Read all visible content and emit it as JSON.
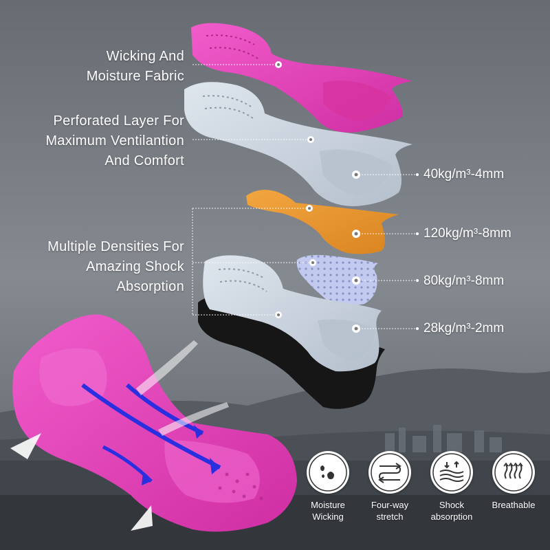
{
  "layers": {
    "wicking": "Wicking And\nMoisture Fabric",
    "perforated": "Perforated Layer For\nMaximum Ventilantion\nAnd Comfort",
    "densities": "Multiple Densities For\nAmazing Shock\nAbsorption"
  },
  "densities": [
    "40kg/m³-4mm",
    "120kg/m³-8mm",
    "80kg/m³-8mm",
    "28kg/m³-2mm"
  ],
  "features": [
    {
      "label": "Moisture\nWicking",
      "icon": "droplets-icon"
    },
    {
      "label": "Four-way\nstretch",
      "icon": "stretch-wave-icon"
    },
    {
      "label": "Shock\nabsorption",
      "icon": "shock-waves-icon"
    },
    {
      "label": "Breathable",
      "icon": "breathable-heat-icon"
    }
  ],
  "colors": {
    "pink": "#e23fb6",
    "light_gray": "#c9d2dd",
    "orange": "#e7962e",
    "lavender": "#b9c2e8",
    "black": "#161616",
    "arrow_blue": "#2a2fe0"
  }
}
